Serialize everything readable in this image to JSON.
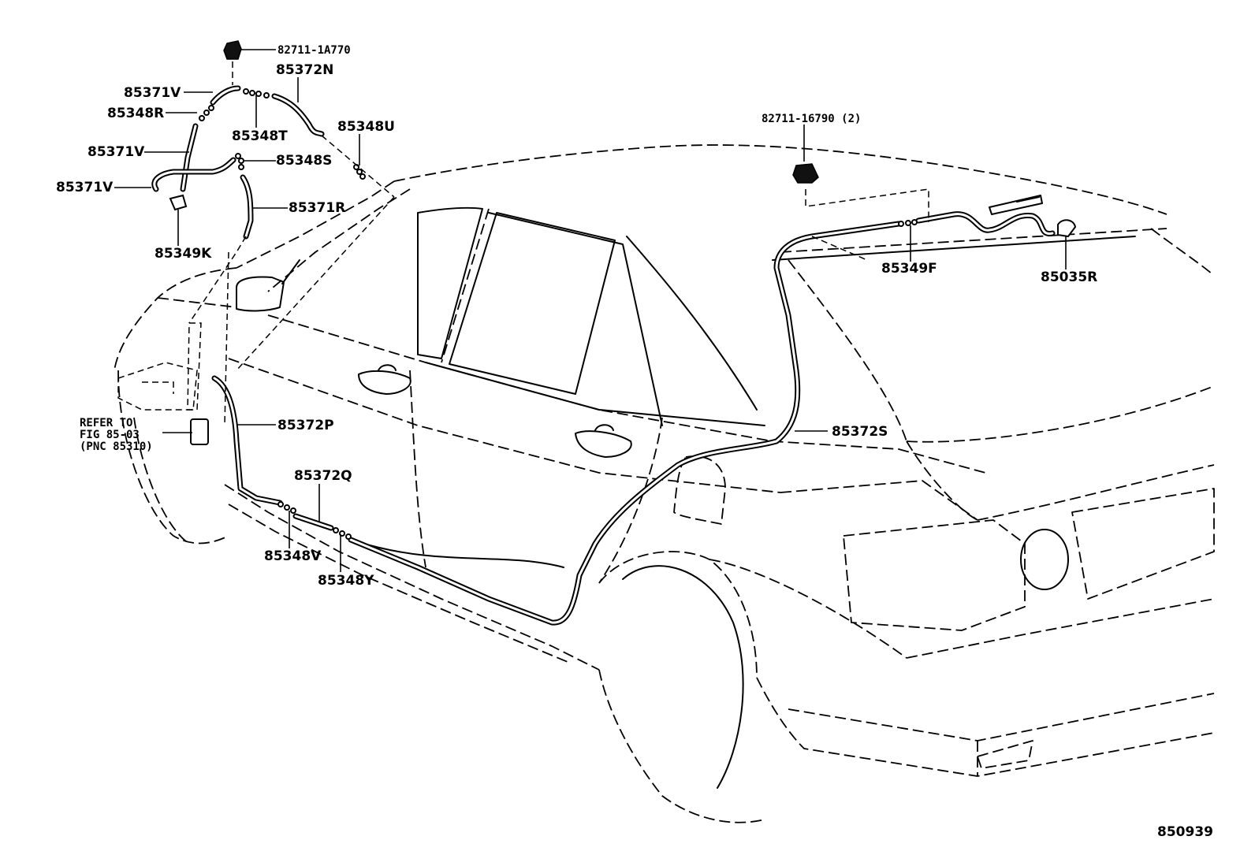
{
  "labels": {
    "p82711_1a770": "82711-1A770",
    "p85372n": "85372N",
    "p85371v_a": "85371V",
    "p85348r": "85348R",
    "p85348t": "85348T",
    "p85348u": "85348U",
    "p85371v_b": "85371V",
    "p85348s": "85348S",
    "p85371v_c": "85371V",
    "p85371r": "85371R",
    "p85349k": "85349K",
    "p82711_16790": "82711-16790 (2)",
    "p85349f": "85349F",
    "p85035r": "85035R",
    "refer_line1": "REFER TO",
    "refer_line2": "FIG 85-03",
    "refer_line3": "(PNC 85310)",
    "p85372p": "85372P",
    "p85372s": "85372S",
    "p85372q": "85372Q",
    "p85348v": "85348V",
    "p85348y": "85348Y",
    "figure_number": "850939"
  }
}
